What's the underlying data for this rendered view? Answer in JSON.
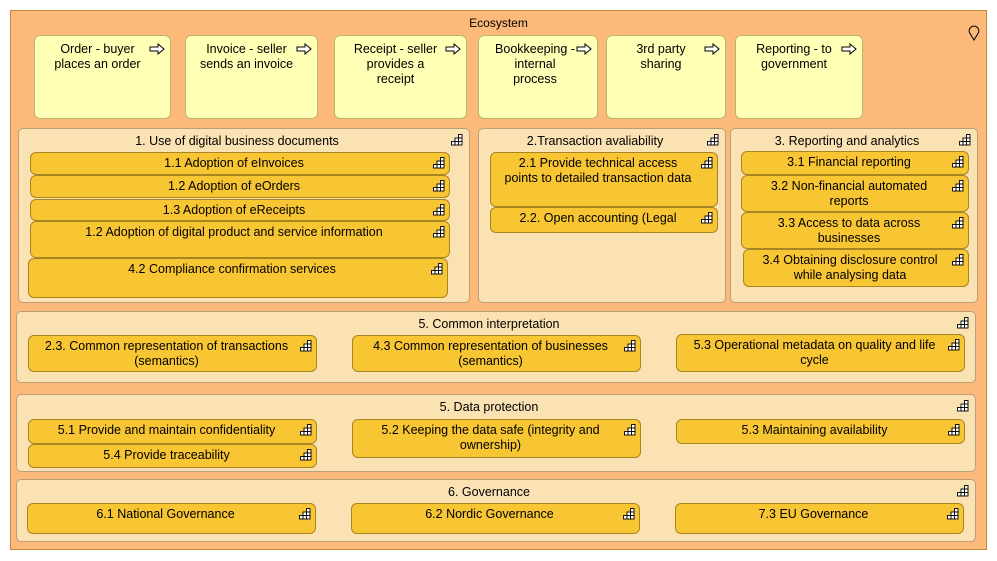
{
  "ecosystem": {
    "title": "Ecosystem"
  },
  "processes": [
    {
      "label": "Order - buyer places an order"
    },
    {
      "label": "Invoice - seller sends an invoice"
    },
    {
      "label": "Receipt - seller provides a receipt"
    },
    {
      "label": "Bookkeeping - internal process"
    },
    {
      "label": "3rd party sharing"
    },
    {
      "label": "Reporting - to government"
    }
  ],
  "groups": [
    {
      "title": "1. Use of digital business documents",
      "items": [
        "1.1 Adoption of eInvoices",
        "1.2 Adoption of eOrders",
        "1.3 Adoption of eReceipts",
        "1.2 Adoption of digital product and service information",
        "4.2 Compliance confirmation services"
      ]
    },
    {
      "title": "2.Transaction avaliability",
      "items": [
        "2.1 Provide technical access points to detailed transaction data",
        "2.2. Open accounting (Legal"
      ]
    },
    {
      "title": "3. Reporting and analytics",
      "items": [
        "3.1 Financial reporting",
        "3.2 Non-financial automated reports",
        "3.3 Access to data across businesses",
        "3.4 Obtaining disclosure control while analysing data"
      ]
    },
    {
      "title": "5. Common interpretation",
      "items": [
        "2.3. Common representation of transactions (semantics)",
        "4.3 Common representation of businesses (semantics)",
        "5.3 Operational metadata on quality and life cycle"
      ]
    },
    {
      "title": "5. Data protection",
      "items": [
        "5.1 Provide and maintain confidentiality",
        "5.4 Provide traceability",
        "5.2 Keeping the data safe (integrity and ownership)",
        "5.3 Maintaining availability"
      ]
    },
    {
      "title": "6. Governance",
      "items": [
        "6.1 National Governance",
        "6.2 Nordic Governance",
        "7.3 EU Governance"
      ]
    }
  ],
  "colors": {
    "frame": "#fdb97a",
    "process": "#ffffb5",
    "group": "#fbe2b3",
    "function": "#f8c533"
  },
  "icons": {
    "process": "process-arrow-icon",
    "function": "function-icon",
    "location": "location-pin-icon"
  }
}
